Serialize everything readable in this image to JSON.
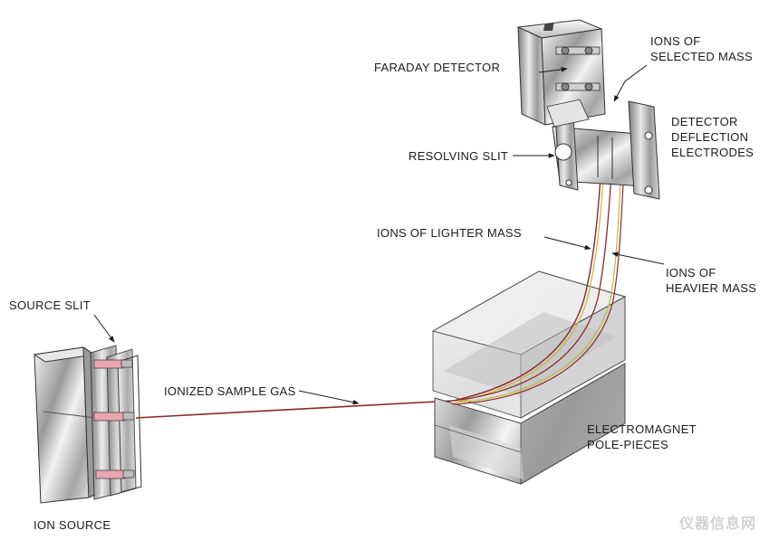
{
  "labels": {
    "faraday_detector": "FARADAY DETECTOR",
    "ions_selected_mass": "IONS OF\nSELECTED MASS",
    "detector_deflection_electrodes": "DETECTOR\nDEFLECTION\nELECTRODES",
    "resolving_slit": "RESOLVING SLIT",
    "ions_lighter_mass": "IONS OF LIGHTER MASS",
    "ions_heavier_mass": "IONS OF\nHEAVIER MASS",
    "source_slit": "SOURCE SLIT",
    "ionized_sample_gas": "IONIZED SAMPLE GAS",
    "electromagnet_pole_pieces": "ELECTROMAGNET\nPOLE-PIECES",
    "ion_source": "ION SOURCE"
  },
  "watermark": "仪器信息网",
  "colors": {
    "ion_beam": "#8a2a2a",
    "beam_yellow": "#c8b43a",
    "metal_light": "#eeeeee",
    "metal_dark": "#8c8c8c",
    "slit_accent": "#e59aa6",
    "outline": "#2a2a2a"
  }
}
